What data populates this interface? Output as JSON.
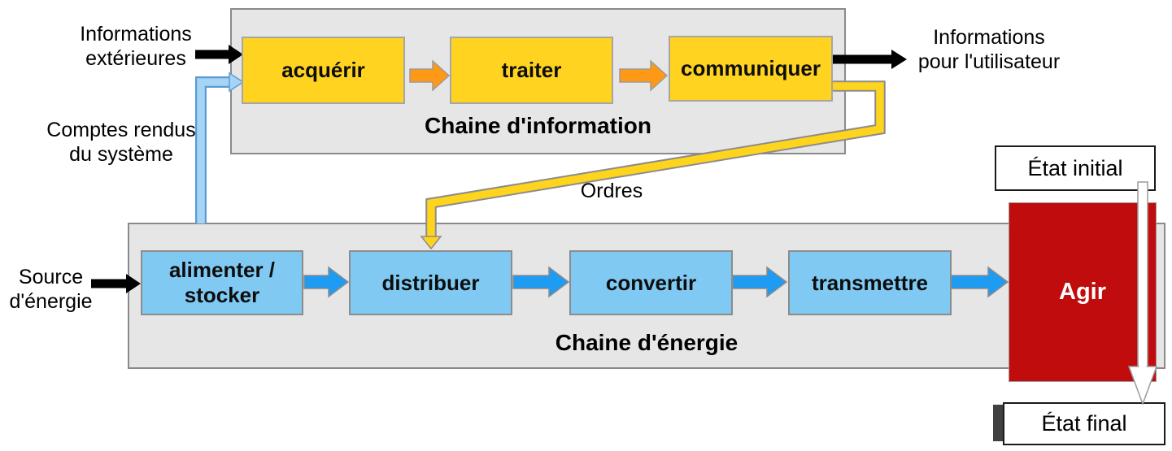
{
  "diagram": {
    "info_chain": {
      "title": "Chaine d'information",
      "boxes": [
        {
          "label": "acquérir"
        },
        {
          "label": "traiter"
        },
        {
          "label": "communiquer"
        }
      ]
    },
    "energy_chain": {
      "title": "Chaine d'énergie",
      "boxes": [
        {
          "label": "alimenter / stocker"
        },
        {
          "label": "distribuer"
        },
        {
          "label": "convertir"
        },
        {
          "label": "transmettre"
        }
      ],
      "action_label": "Agir"
    },
    "labels": {
      "informations_exterieures": "Informations\nextérieures",
      "comptes_rendus": "Comptes rendus\ndu système",
      "source_energie": "Source\nd'énergie",
      "informations_utilisateur": "Informations\npour l'utilisateur",
      "ordres": "Ordres",
      "etat_initial": "État initial",
      "etat_final": "État final"
    },
    "colors": {
      "function_yellow": "#FFD320",
      "orange_arrow": "#FF9915",
      "function_blue": "#7FC9F3",
      "blue_arrow": "#1E9BF2",
      "feedback_blue": "#A6D4F5",
      "feedback_blue_edge": "#5B9BD5",
      "order_yellow": "#FFD41C",
      "action_red": "#C00C0C",
      "chain_gray": "#E6E6E6",
      "black_arrow": "#000000"
    }
  }
}
